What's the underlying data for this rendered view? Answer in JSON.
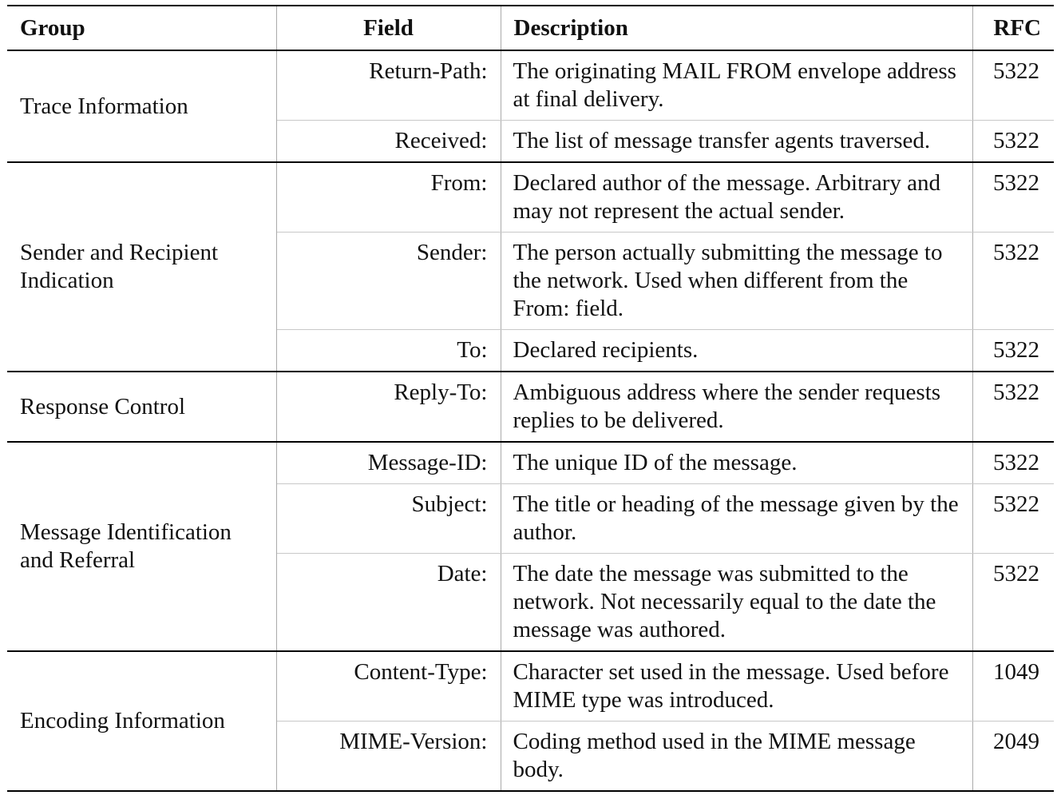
{
  "headers": {
    "group": "Group",
    "field": "Field",
    "description": "Description",
    "rfc": "RFC"
  },
  "groups": [
    {
      "name": "Trace Information",
      "rows": [
        {
          "field": "Return-Path:",
          "description": "The originating MAIL FROM envelope address at final delivery.",
          "rfc": "5322"
        },
        {
          "field": "Received:",
          "description": "The list of message transfer agents traversed.",
          "rfc": "5322"
        }
      ]
    },
    {
      "name": "Sender and Recipient Indication",
      "rows": [
        {
          "field": "From:",
          "description": "Declared author of the message. Arbitrary and may not represent the actual sender.",
          "rfc": "5322"
        },
        {
          "field": "Sender:",
          "description": "The person actually submitting the message to the network. Used when different from the From: field.",
          "rfc": "5322"
        },
        {
          "field": "To:",
          "description": "Declared recipients.",
          "rfc": "5322"
        }
      ]
    },
    {
      "name": "Response Control",
      "rows": [
        {
          "field": "Reply-To:",
          "description": "Ambiguous address where the sender requests replies to be delivered.",
          "rfc": "5322"
        }
      ]
    },
    {
      "name": "Message Identification and Referral",
      "rows": [
        {
          "field": "Message-ID:",
          "description": "The unique ID of the message.",
          "rfc": "5322"
        },
        {
          "field": "Subject:",
          "description": "The title or heading of the message given by the author.",
          "rfc": "5322"
        },
        {
          "field": "Date:",
          "description": "The date the message was submitted to the network. Not necessarily equal to the date the message was authored.",
          "rfc": "5322"
        }
      ]
    },
    {
      "name": "Encoding Information",
      "rows": [
        {
          "field": "Content-Type:",
          "description": "Character set used in the message. Used before MIME type was introduced.",
          "rfc": "1049"
        },
        {
          "field": "MIME-Version:",
          "description": "Coding method used in the MIME message body.",
          "rfc": "2049"
        }
      ]
    }
  ]
}
